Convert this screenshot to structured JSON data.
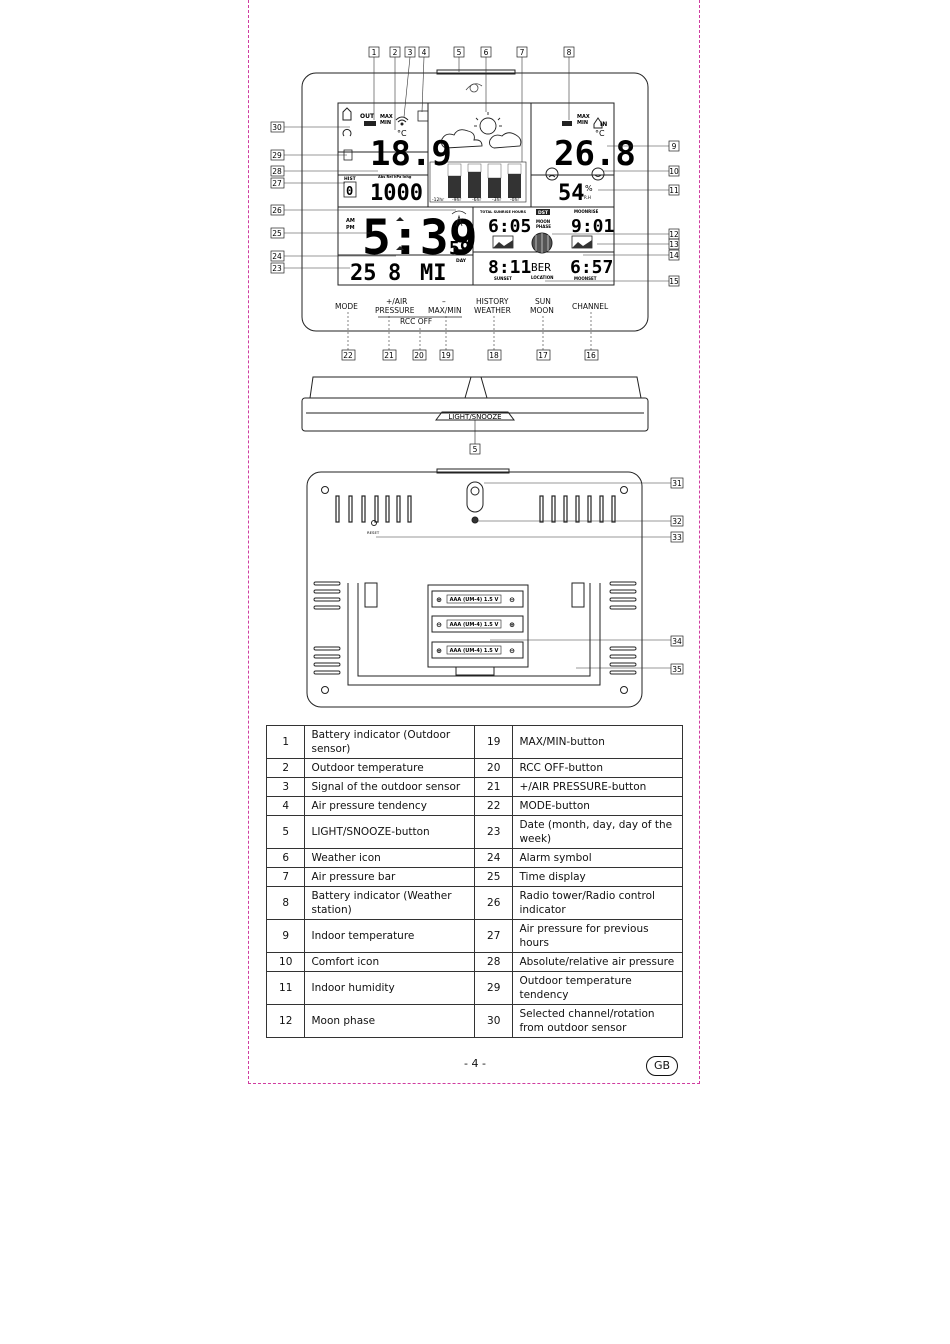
{
  "callouts_top": [
    "1",
    "2",
    "3",
    "4",
    "5",
    "6",
    "7",
    "8"
  ],
  "callouts_right": [
    "9",
    "10",
    "11",
    "12",
    "13",
    "14",
    "15"
  ],
  "callouts_left": [
    "30",
    "29",
    "28",
    "27",
    "26",
    "25",
    "24",
    "23"
  ],
  "callouts_bottom": [
    "22",
    "21",
    "20",
    "19",
    "18",
    "17",
    "16"
  ],
  "callout_light": "5",
  "callouts_back": [
    "31",
    "32",
    "33",
    "34",
    "35"
  ],
  "buttons": {
    "mode": "MODE",
    "air_pressure_1": "+/AIR",
    "air_pressure_2": "PRESSURE",
    "maxmin_1": "–",
    "maxmin_2": "MAX/MIN",
    "rcc_off": "RCC OFF",
    "history_1": "HISTORY",
    "history_2": "WEATHER",
    "sunmoon_1": "SUN",
    "sunmoon_2": "MOON",
    "channel": "CHANNEL",
    "light_snooze": "LIGHT/SNOOZE",
    "reset": "RESET"
  },
  "lcd": {
    "out_label": "OUT",
    "in_label": "IN",
    "max_label": "MAX",
    "min_label": "MIN",
    "out_temp": "18.9",
    "out_temp_unit": "°C",
    "in_temp": "26.8",
    "in_temp_unit": "°C",
    "humidity": "54",
    "humidity_unit": "%",
    "rh_label": "R.H",
    "hist_label": "HIST",
    "hist_value": "0",
    "pressure_header": "Abs Rel hPa Inhg",
    "pressure": "1000",
    "hour_labels": [
      "-12hr",
      "-9hr",
      "-6hr",
      "-3hr",
      "-0hr"
    ],
    "am_pm": [
      "AM",
      "PM"
    ],
    "time": "5:39",
    "seconds": "59",
    "dst": "DST",
    "total_sunrise_hours": "TOTAL SUNRISE HOURS",
    "sunrise_time": "6:05",
    "moonrise_label": "MOONRISE",
    "moonrise_time": "9:01",
    "moon_phase_1": "MOON",
    "moon_phase_2": "PHASE",
    "date_day": "25",
    "date_month": "8",
    "date_weekday": "MI",
    "day_label": "DAY",
    "sunset_time": "8:11",
    "sunset_label": "SUNSET",
    "location": "BER",
    "location_label": "LOCATION",
    "moonset_time": "6:57",
    "moonset_label": "MOONSET"
  },
  "batteries": [
    "AAA (UM-4) 1.5 V",
    "AAA (UM-4) 1.5 V",
    "AAA (UM-4) 1.5 V"
  ],
  "parts_table": [
    {
      "n1": "1",
      "d1": "Battery indicator (Outdoor sensor)",
      "n2": "19",
      "d2": "MAX/MIN-button"
    },
    {
      "n1": "2",
      "d1": "Outdoor temperature",
      "n2": "20",
      "d2": "RCC OFF-button"
    },
    {
      "n1": "3",
      "d1": "Signal of the outdoor sensor",
      "n2": "21",
      "d2": "+/AIR PRESSURE-button"
    },
    {
      "n1": "4",
      "d1": "Air pressure tendency",
      "n2": "22",
      "d2": "MODE-button"
    },
    {
      "n1": "5",
      "d1": "LIGHT/SNOOZE-button",
      "n2": "23",
      "d2": "Date (month, day, day of the week)"
    },
    {
      "n1": "6",
      "d1": "Weather icon",
      "n2": "24",
      "d2": "Alarm symbol"
    },
    {
      "n1": "7",
      "d1": "Air pressure bar",
      "n2": "25",
      "d2": "Time display"
    },
    {
      "n1": "8",
      "d1": "Battery indicator (Weather station)",
      "n2": "26",
      "d2": "Radio tower/Radio control indicator"
    },
    {
      "n1": "9",
      "d1": "Indoor temperature",
      "n2": "27",
      "d2": "Air pressure for previous hours"
    },
    {
      "n1": "10",
      "d1": "Comfort icon",
      "n2": "28",
      "d2": "Absolute/relative air pressure"
    },
    {
      "n1": "11",
      "d1": "Indoor humidity",
      "n2": "29",
      "d2": "Outdoor temperature tendency"
    },
    {
      "n1": "12",
      "d1": "Moon phase",
      "n2": "30",
      "d2": "Selected channel/rotation from outdoor sensor"
    }
  ],
  "page_number": "- 4 -",
  "language_badge": "GB"
}
